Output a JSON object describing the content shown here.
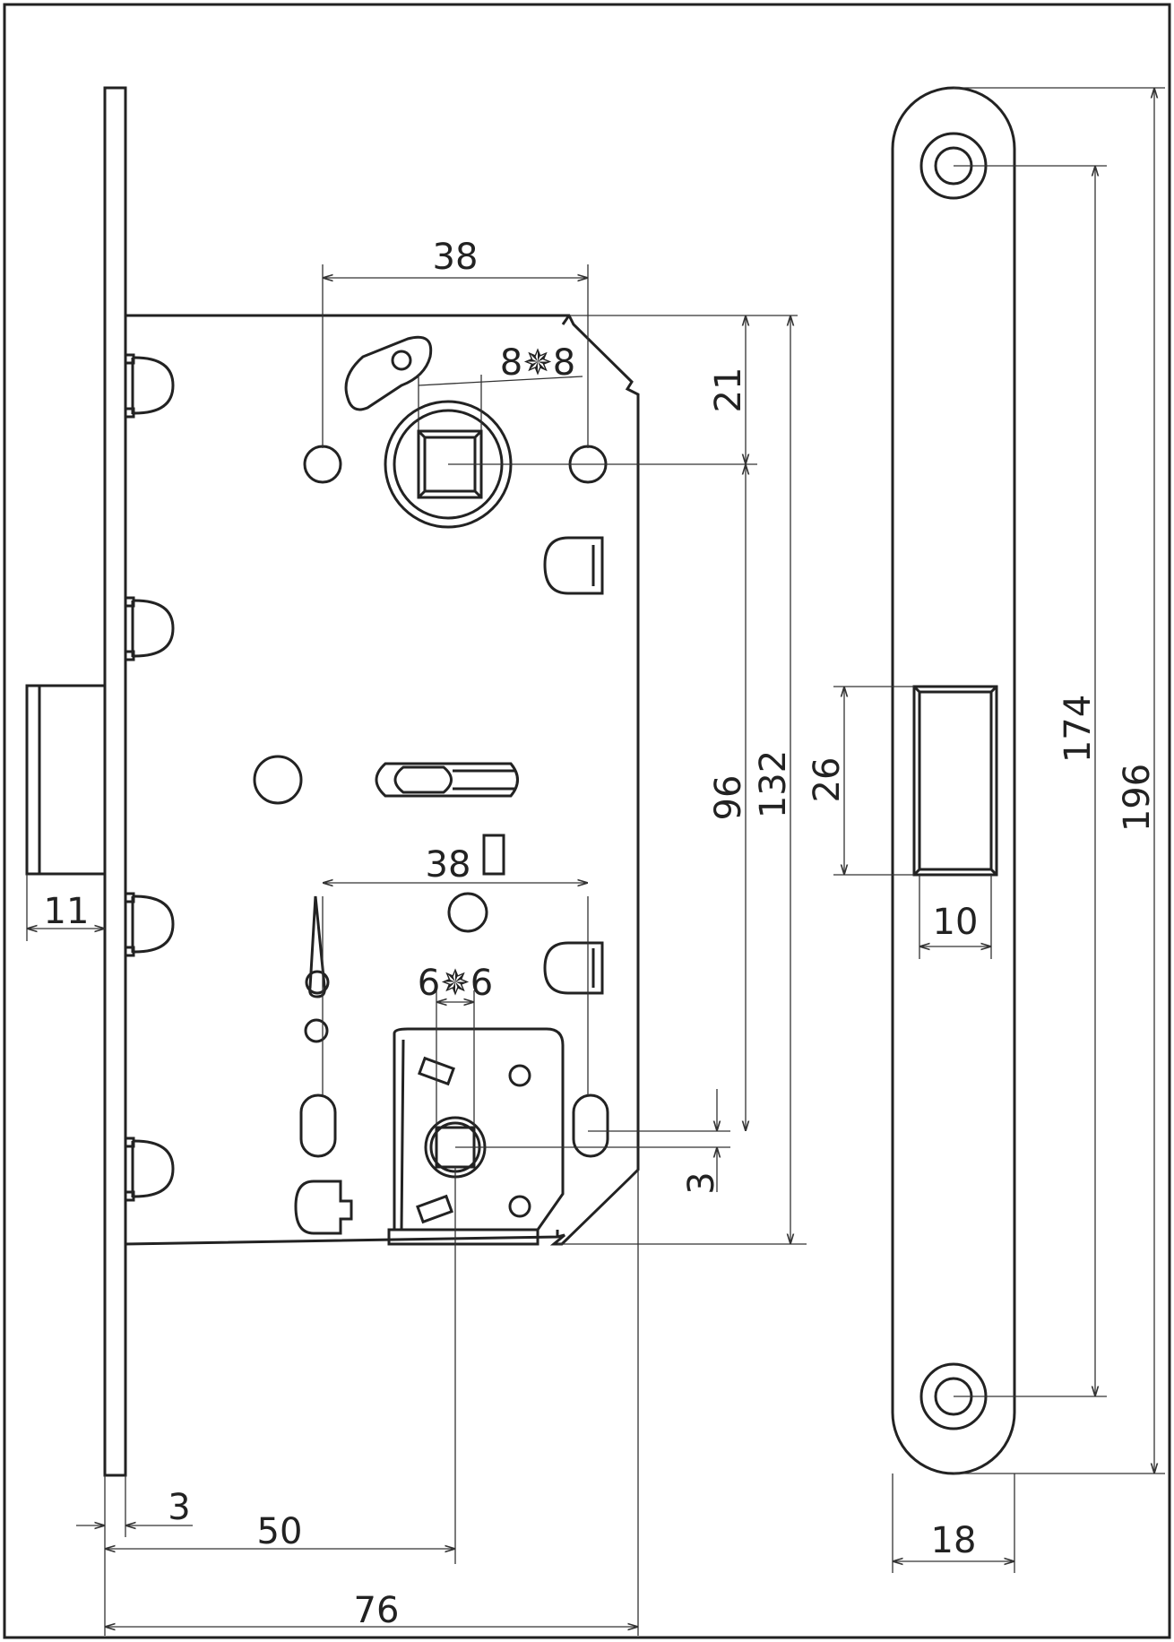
{
  "drawing": {
    "lock_body": {
      "dims": {
        "top_spacing": "38",
        "spindle_square": "8✵8",
        "spindle_offset_top": "21",
        "center_distance": "96",
        "body_height": "132",
        "latch_projection": "11",
        "lower_spacing": "38",
        "thumbturn_square": "6✵6",
        "offset_small": "3",
        "faceplate_thickness": "3",
        "backset": "50",
        "body_width": "76"
      }
    },
    "strike_plate": {
      "dims": {
        "screw_spacing": "174",
        "plate_height": "196",
        "slot_height": "26",
        "slot_width": "10",
        "plate_width": "18"
      }
    }
  }
}
